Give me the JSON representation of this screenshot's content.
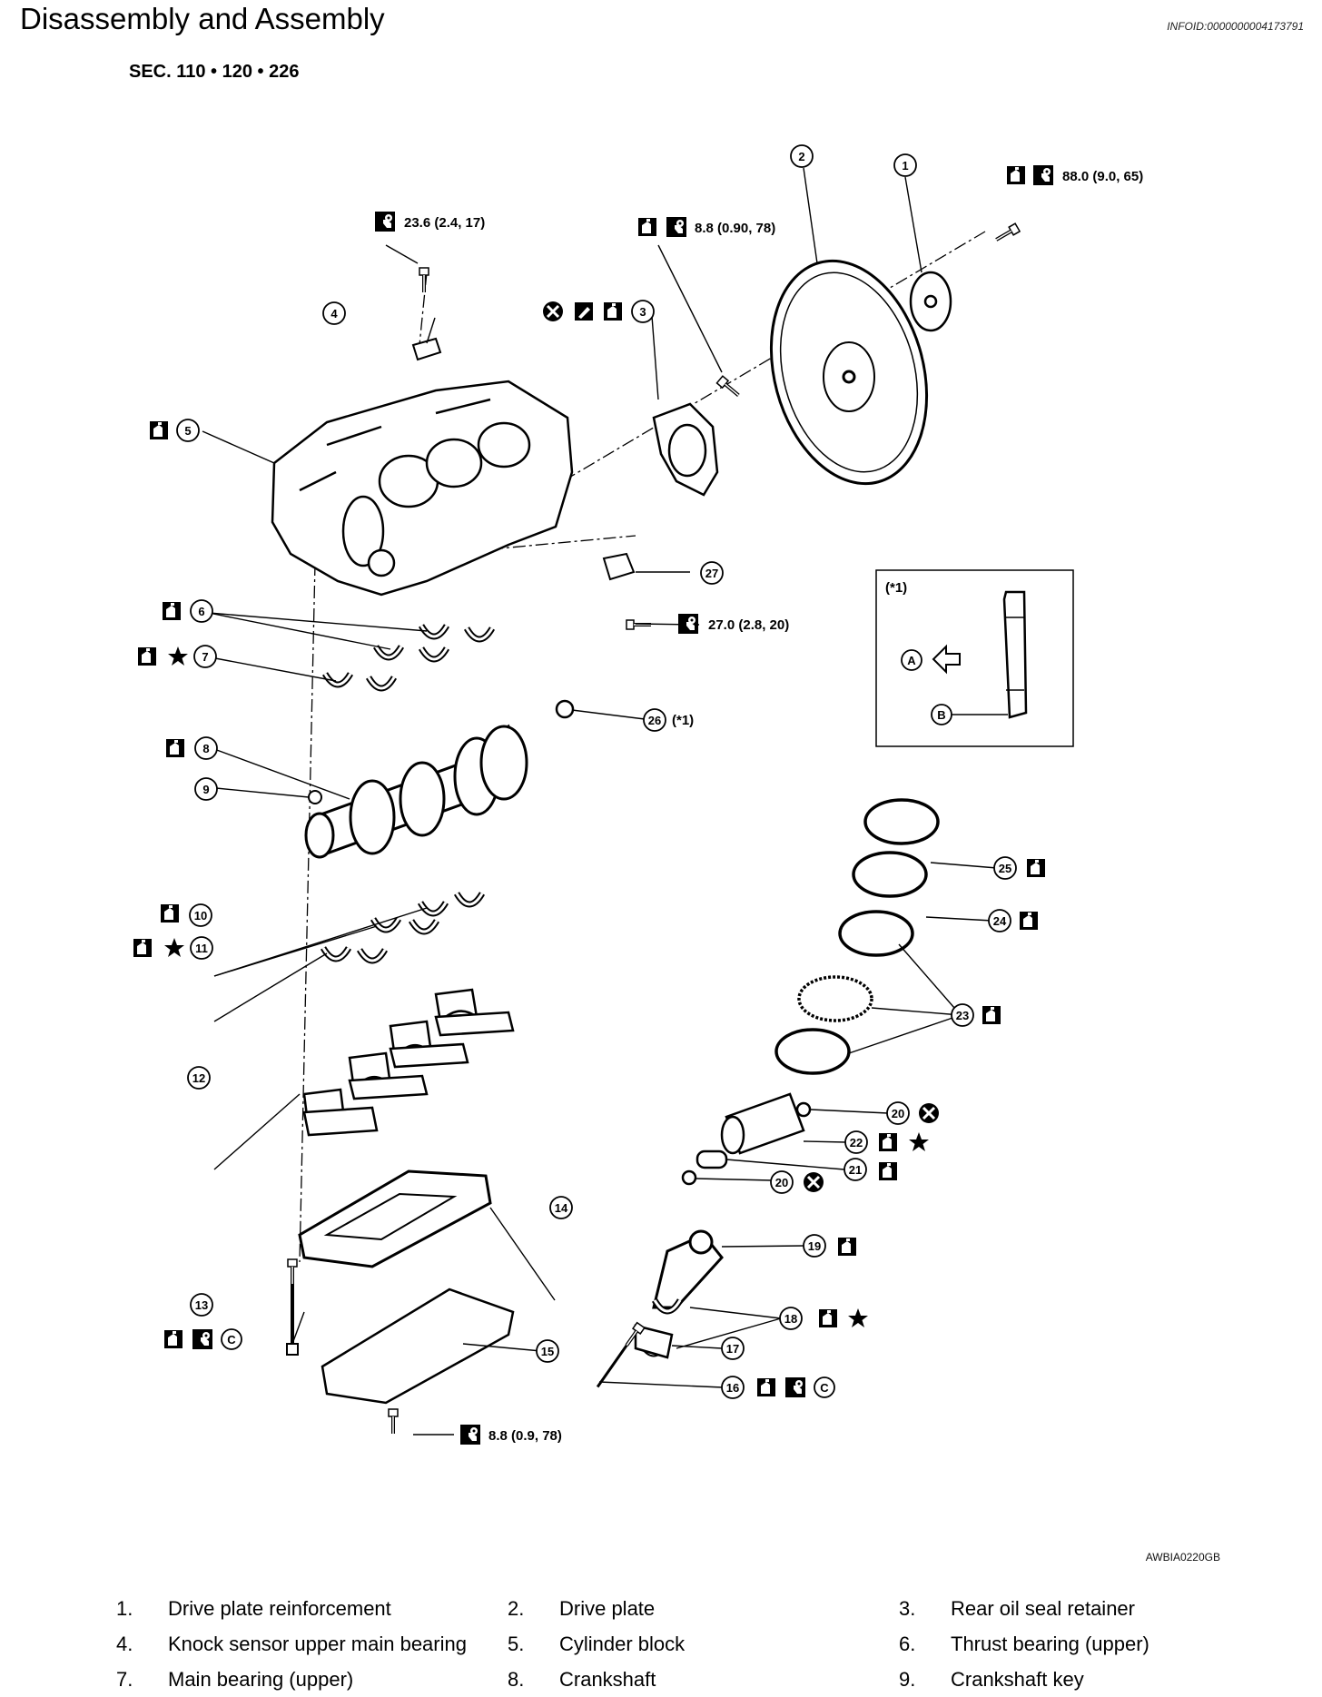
{
  "header": {
    "title": "Disassembly and Assembly",
    "info_id": "INFOID:0000000004173791",
    "section": "SEC. 110 • 120 • 226"
  },
  "diagram": {
    "callouts": [
      "1",
      "2",
      "3",
      "4",
      "5",
      "6",
      "7",
      "8",
      "9",
      "10",
      "11",
      "12",
      "13",
      "14",
      "15",
      "16",
      "17",
      "18",
      "19",
      "20",
      "21",
      "22",
      "23",
      "24",
      "25",
      "26",
      "27"
    ],
    "torques": {
      "knock_sensor": "23.6 (2.4, 17)",
      "rear_oil_seal": "8.8 (0.90, 78)",
      "drive_plate": "88.0 (9.0, 65)",
      "bolt_27": "27.0 (2.8, 20)",
      "lower_cover": "8.8 (0.9, 78)"
    },
    "extra_labels": {
      "ref_26": "(*1)",
      "detail_title": "(*1)",
      "letter_a": "A",
      "letter_b": "B",
      "letter_c": "C"
    },
    "figure_code": "AWBIA0220GB"
  },
  "legend": [
    {
      "num": "1.",
      "name": "Drive plate reinforcement"
    },
    {
      "num": "2.",
      "name": "Drive plate"
    },
    {
      "num": "3.",
      "name": "Rear oil seal retainer"
    },
    {
      "num": "4.",
      "name": "Knock sensor upper main bearing"
    },
    {
      "num": "5.",
      "name": "Cylinder block"
    },
    {
      "num": "6.",
      "name": "Thrust bearing (upper)"
    },
    {
      "num": "7.",
      "name": "Main bearing (upper)"
    },
    {
      "num": "8.",
      "name": "Crankshaft"
    },
    {
      "num": "9.",
      "name": "Crankshaft key"
    }
  ]
}
